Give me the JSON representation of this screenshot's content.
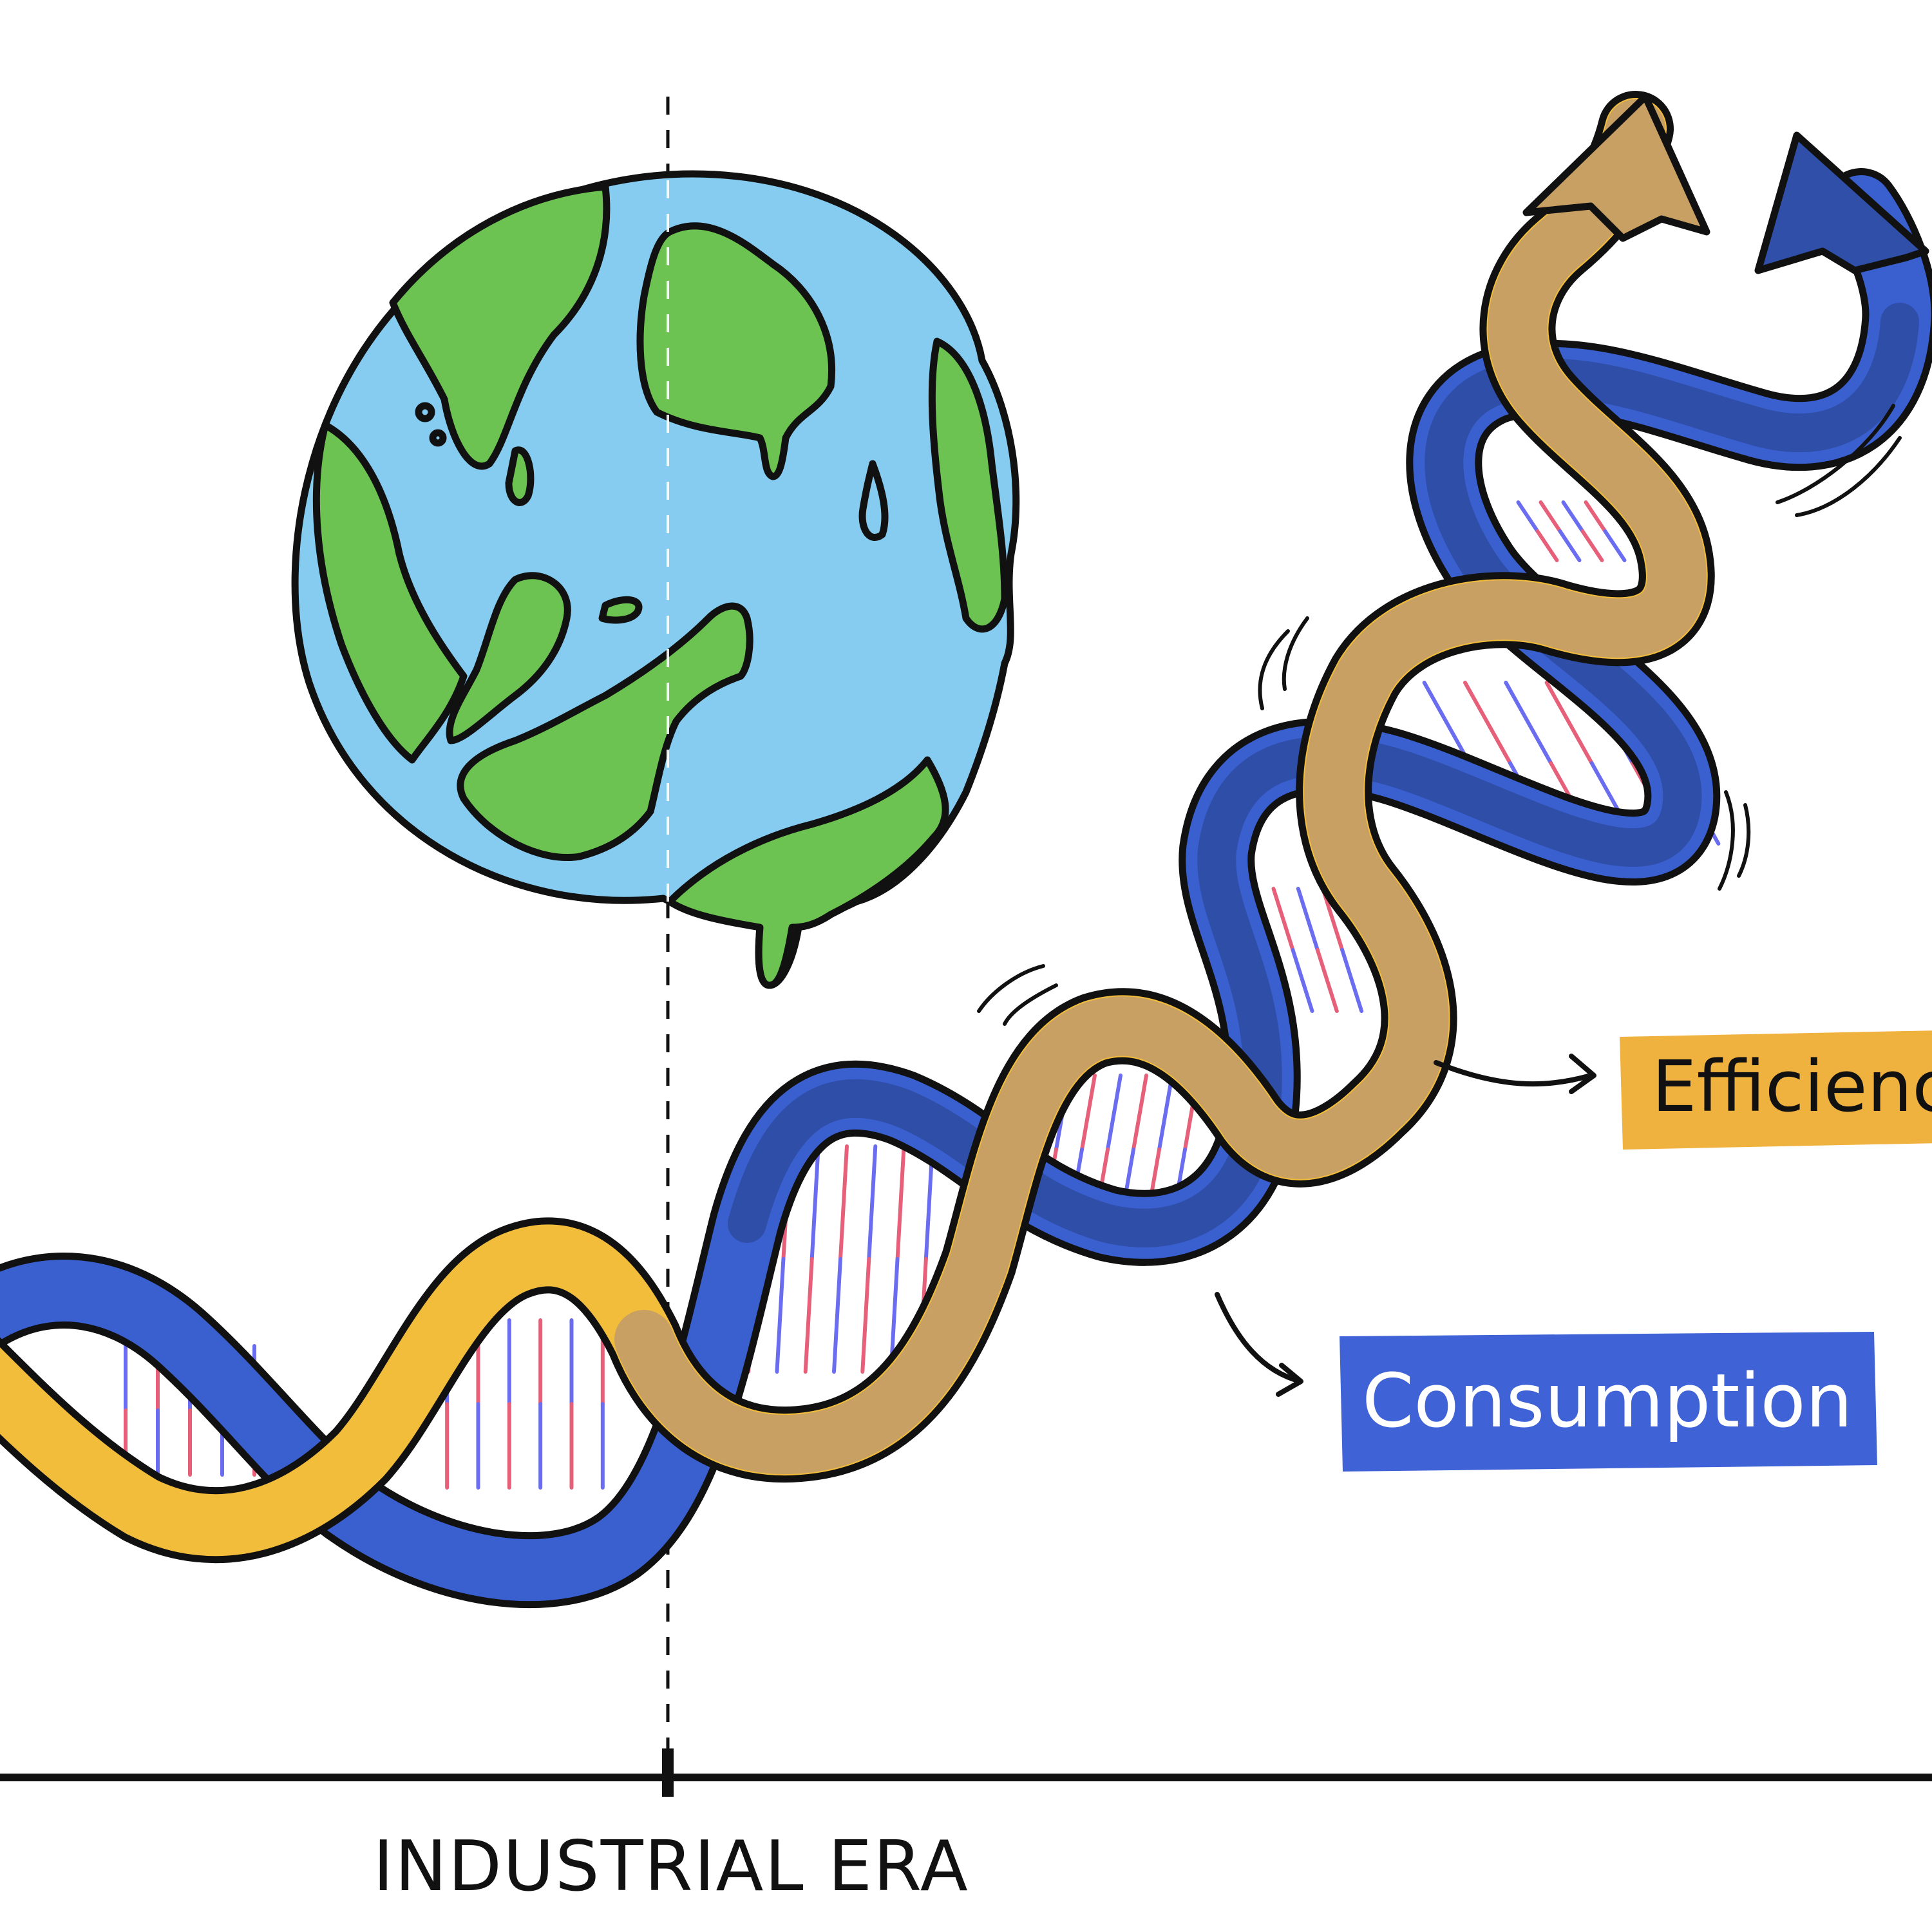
{
  "axis": {
    "tick_label": "INDUSTRIAL ERA"
  },
  "legend": {
    "efficiency": {
      "label": "Efficiency",
      "color": "#f0b23e",
      "text_color": "#111111"
    },
    "consumption": {
      "label": "Consumption",
      "color": "#3f62d6",
      "text_color": "#ffffff"
    }
  },
  "colors": {
    "ribbon_efficiency": "#f2bd3a",
    "ribbon_efficiency_dark": "#c8a063",
    "ribbon_consumption": "#3a5fce",
    "ribbon_consumption_dark": "#263f88",
    "ocean": "#86ccf0",
    "land": "#6cc351",
    "rung_red": "#e6607a",
    "rung_blue": "#6a6df0",
    "outline": "#111111"
  },
  "icons": {
    "globe": "melting-earth-icon",
    "efficiency_arrowhead": "arrow-up-icon",
    "consumption_arrowhead": "arrow-curved-icon"
  }
}
